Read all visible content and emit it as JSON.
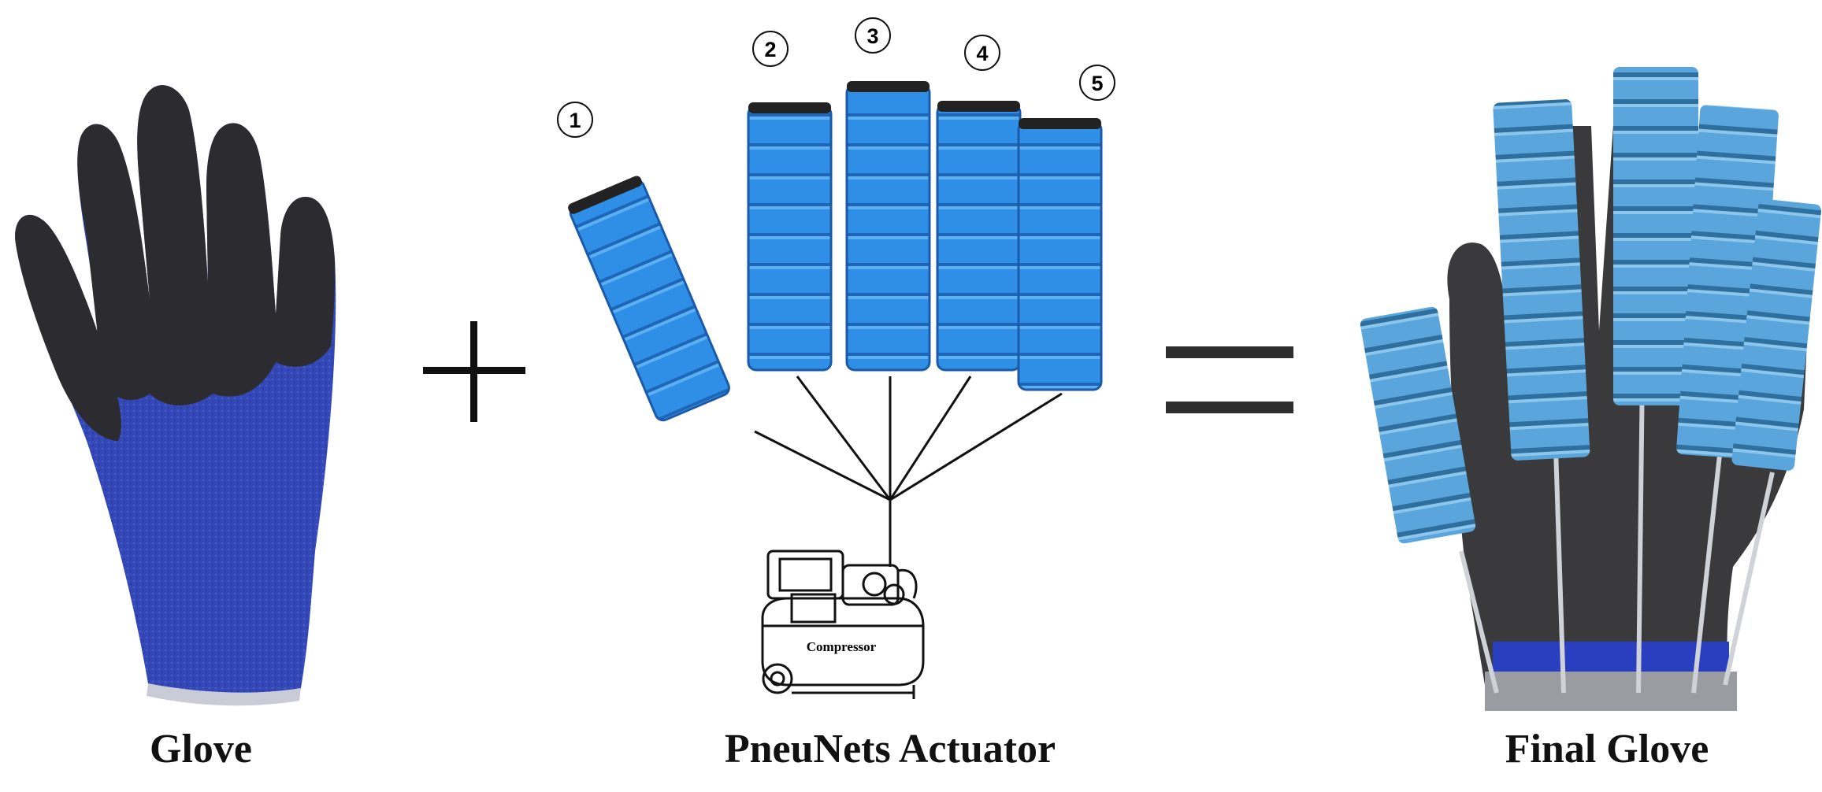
{
  "captions": {
    "glove": "Glove",
    "actuator": "PneuNets Actuator",
    "final": "Final Glove"
  },
  "actuator_numbers": [
    "1",
    "2",
    "3",
    "4",
    "5"
  ],
  "compressor_label": "Compressor",
  "operators": {
    "plus": "+",
    "equals": "="
  },
  "colors": {
    "glove_knit": "#3548b8",
    "glove_coating": "#2c2c30",
    "actuator_blue": "#2f8fe6",
    "final_blue": "#5aa6dc",
    "final_dark": "#3a3a3c",
    "line": "#111111"
  }
}
